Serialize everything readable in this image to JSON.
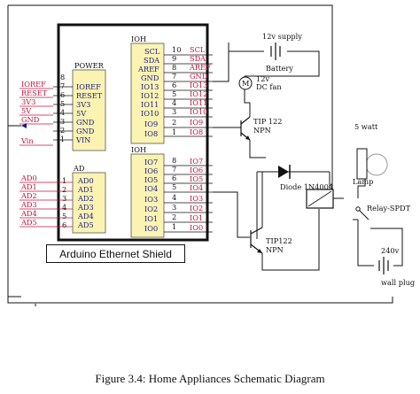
{
  "diagram": {
    "board_label": "Arduino Ethernet Shield",
    "caption": "Figure 3.4: Home Appliances Schematic Diagram",
    "power_header": {
      "title": "POWER",
      "pin_numbers": [
        "8",
        "7",
        "6",
        "5",
        "4",
        "3",
        "2",
        "1"
      ],
      "pin_labels": [
        "IOREF",
        "RESET",
        "3V3",
        "5V",
        "GND",
        "GND",
        "VIN"
      ],
      "net_labels": [
        "IOREF",
        "RESET",
        "3V3",
        "5V",
        "GND",
        "Vin"
      ]
    },
    "ad_header": {
      "title": "AD",
      "pin_numbers": [
        "1",
        "2",
        "3",
        "4",
        "5",
        "6"
      ],
      "pin_labels": [
        "AD0",
        "AD1",
        "AD2",
        "AD3",
        "AD4",
        "AD5"
      ],
      "net_labels": [
        "AD0",
        "AD1",
        "AD2",
        "AD3",
        "AD4",
        "AD5"
      ]
    },
    "ioh_header": {
      "title": "IOH",
      "pin_numbers": [
        "10",
        "9",
        "8",
        "7",
        "6",
        "5",
        "4",
        "3",
        "2",
        "1"
      ],
      "pin_labels": [
        "SCL",
        "SDA",
        "AREF",
        "GND",
        "IO13",
        "IO12",
        "IO11",
        "IO10",
        "IO9",
        "IO8"
      ],
      "net_labels": [
        "SCL",
        "SDA",
        "AREF",
        "GND",
        "IO13",
        "IO12",
        "IO11",
        "IO10",
        "IO9",
        "IO8"
      ]
    },
    "iol_header": {
      "title": "IOH",
      "pin_numbers": [
        "8",
        "7",
        "6",
        "5",
        "4",
        "3",
        "2",
        "1"
      ],
      "pin_labels": [
        "IO7",
        "IO6",
        "IO5",
        "IO4",
        "IO3",
        "IO2",
        "IO1",
        "IO0"
      ],
      "net_labels": [
        "IO7",
        "IO6",
        "IO5",
        "IO4",
        "IO3",
        "IO2",
        "IO1",
        "IO0"
      ]
    },
    "components": {
      "supply_label": "12v supply",
      "battery_label": "Battery",
      "motor_symbol": "M",
      "fan_label_1": "12v",
      "fan_label_2": "DC fan",
      "tip_top_1": "TIP 122",
      "tip_top_2": "NPN",
      "tip_bottom_1": "TIP122",
      "tip_bottom_2": "NPN",
      "diode_label": "Diode 1N4004",
      "lamp_watt": "5 watt",
      "lamp_label": "Lamp",
      "relay_label": "Relay-SPDT",
      "mains_label": "240v",
      "plug_label": "wall plug"
    },
    "colors": {
      "net_red": "#c0143c",
      "pin_blue": "#1c1c86",
      "header_fill": "#fbf3b2",
      "wire": "#111111"
    }
  }
}
